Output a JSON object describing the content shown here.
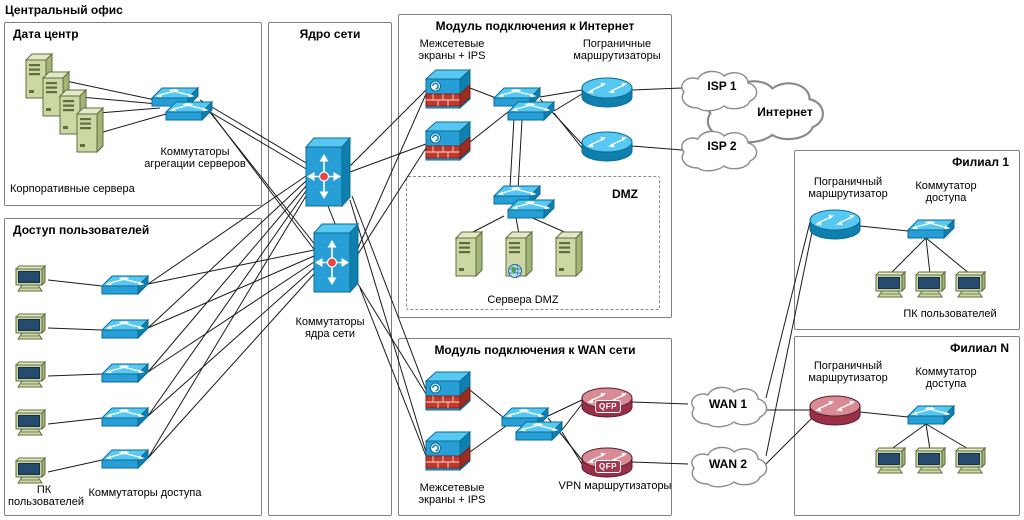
{
  "page": {
    "title": "Центральный офис"
  },
  "boxes": {
    "datacenter": "Дата центр",
    "core": "Ядро сети",
    "internet_module": "Модуль подключения к Интернет",
    "user_access": "Доступ пользователей",
    "wan_module": "Модуль подключения к WAN сети",
    "branch_1": "Филиал 1",
    "branch_n": "Филиал N",
    "dmz": "DMZ"
  },
  "labels": {
    "corporate_servers": "Корпоративные сервера",
    "aggregation_switches": "Коммутаторы агрегации серверов",
    "core_switches": "Коммутаторы ядра сети",
    "firewalls_ips": "Межсетевые экраны + IPS",
    "border_routers": "Пограничные маршрутизаторы",
    "dmz_servers": "Сервера DMZ",
    "user_pcs": "ПК пользователей",
    "access_switches": "Коммутаторы доступа",
    "vpn_routers": "VPN маршрутизаторы",
    "branch_border_router": "Пограничный маршрутизатор",
    "branch_access_switch": "Коммутатор доступа",
    "qfp_badge": "QFP"
  },
  "clouds": {
    "isp1": "ISP 1",
    "isp2": "ISP 2",
    "internet": "Интернет",
    "wan1": "WAN 1",
    "wan2": "WAN 2"
  },
  "colors": {
    "device_blue": "#279fd6",
    "device_dark_red": "#993048",
    "server_green": "#ccd8a4",
    "firewall_brick": "#c0392b",
    "box_border": "#7f7f7f",
    "line": "#1a1a1a"
  }
}
